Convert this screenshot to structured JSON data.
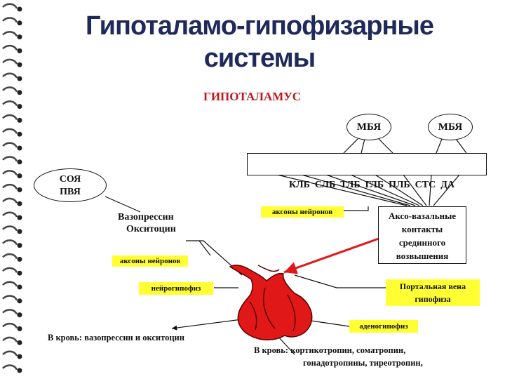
{
  "title": {
    "line1": "Гипоталамо-гипофизарные",
    "line2": "системы"
  },
  "diagram": {
    "hypothalamus": "ГИПОТАЛАМУС",
    "mbya_left": "МБЯ",
    "mbya_right": "МБЯ",
    "nuclei_row": "КЛБ  СЛБ  ТЛБ  ГЛБ  ПЛБ  СТС  ДА",
    "soya": "СОЯ",
    "pvya": "ПВЯ",
    "vasopressin": "Вазопрессин",
    "oxytocin": "Окситоцин",
    "axons_top": "аксоны нейронов",
    "axons_left": "аксоны нейронов",
    "neurohypophysis": "нейрогипофиз",
    "axovasal_1": "Аксо-вазальные",
    "axovasal_2": "контакты",
    "axovasal_3": "срединного",
    "axovasal_4": "возвышения",
    "portal_1": "Портальная вена",
    "portal_2": "гипофиза",
    "adenohypophysis": "аденогипофиз",
    "blood_left": "В кровь:  вазопрессин и окситоцин",
    "blood_right_1": "В кровь:  кортикотропин, соматропин,",
    "blood_right_2": "гонадотропины, тиреотропин,"
  },
  "colors": {
    "title": "#1f2a5a",
    "hypothalamus_label": "#c0141c",
    "highlight": "#ffff33",
    "pituitary": "#e01818",
    "arrow": "#e01818"
  }
}
